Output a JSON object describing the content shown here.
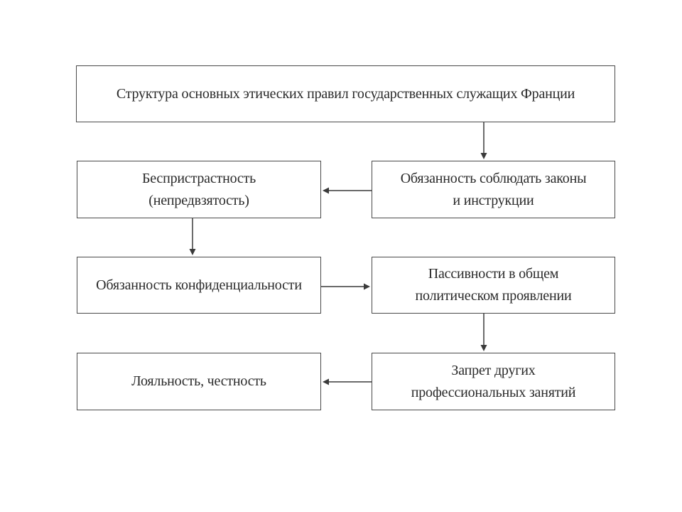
{
  "diagram": {
    "title": "Структура основных этических правил государственных служащих Франции",
    "boxes": {
      "impartiality": "Беспристрастность\n(непредвзятость)",
      "obey_laws": "Обязанность соблюдать законы\nи инструкции",
      "confidentiality": "Обязанность конфиденциальности",
      "passivity": "Пассивности в общем\nполитическом проявлении",
      "loyalty": "Лояльность, честность",
      "ban": "Запрет других\nпрофессиональных занятий"
    },
    "colors": {
      "border": "#4a4a4a",
      "arrow": "#3a3a3a",
      "text": "#2a2a2a",
      "background": "#ffffff"
    }
  }
}
